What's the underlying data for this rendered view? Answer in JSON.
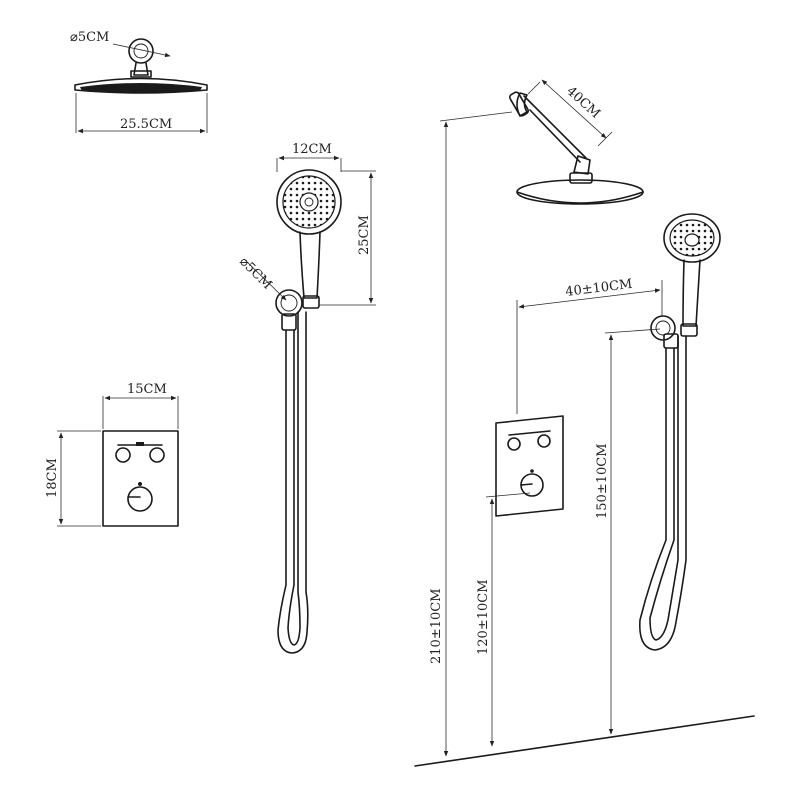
{
  "labels": {
    "overhead_arm_diameter": "⌀5CM",
    "overhead_head_width": "25.5CM",
    "handheld_head_width": "12CM",
    "handheld_length": "25CM",
    "handheld_outlet_diameter": "⌀5CM",
    "valve_width": "15CM",
    "valve_height": "18CM",
    "arm_length": "40CM",
    "handheld_offset": "40±10CM",
    "total_height": "210±10CM",
    "valve_height_install": "120±10CM",
    "handheld_height_install": "150±10CM"
  }
}
